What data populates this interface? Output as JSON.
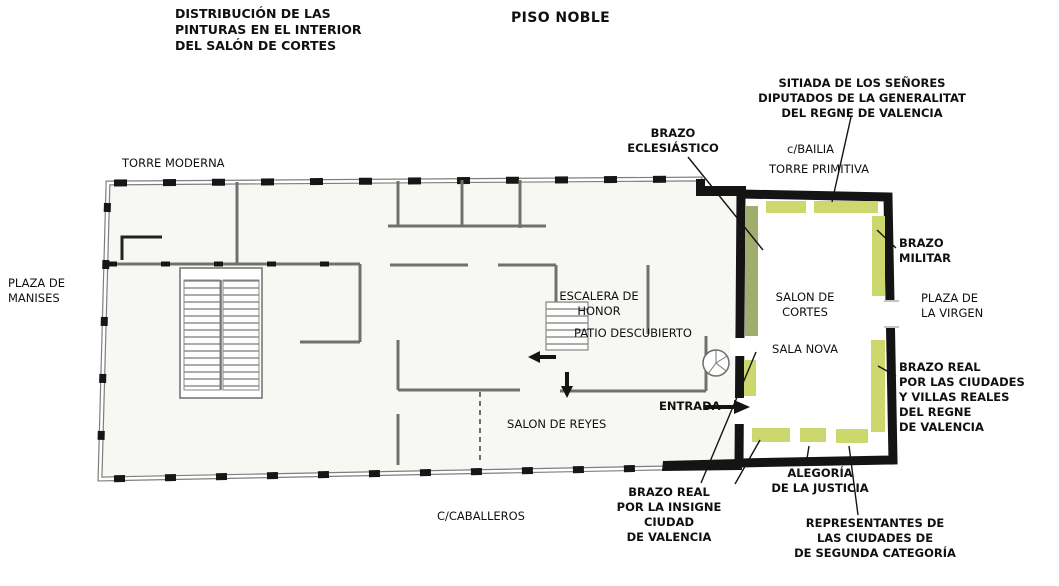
{
  "title": "PISO NOBLE",
  "legend_title": "DISTRIBUCIÓN DE LAS\nPINTURAS EN EL INTERIOR\nDEL SALÓN DE CORTES",
  "colors": {
    "wall_black": "#141414",
    "wall_gray": "#7e7e7e",
    "paint_yellow_green": "#ccd86e",
    "paint_olive_green": "#9fae6d",
    "floor_fill": "#f7f7f3"
  },
  "labels": {
    "torre_moderna": "TORRE MODERNA",
    "plaza_manises": "PLAZA DE\nMANISES",
    "sitiada": "SITIADA DE LOS SEÑORES\nDIPUTADOS DE LA GENERALITAT\nDEL REGNE DE VALENCIA",
    "brazo_eclesiastico": "BRAZO\nECLESIÁSTICO",
    "c_bailia": "c/BAILIA",
    "torre_primitiva": "TORRE PRIMITIVA",
    "brazo_militar": "BRAZO\nMILITAR",
    "plaza_virgen": "PLAZA DE\nLA VIRGEN",
    "salon_cortes": "SALON DE\nCORTES",
    "sala_nova": "SALA NOVA",
    "escalera_honor": "ESCALERA DE\nHONOR",
    "patio_descubierto": "PATIO DESCUBIERTO",
    "entrada": "ENTRADA",
    "brazo_real_ciudades": "BRAZO REAL\nPOR LAS CIUDADES\nY VILLAS REALES\nDEL REGNE\nDE VALENCIA",
    "salon_reyes": "SALON DE REYES",
    "c_caballeros": "C/CABALLEROS",
    "brazo_real_insigne": "BRAZO REAL\nPOR LA INSIGNE CIUDAD\nDE VALENCIA",
    "alegoria_justicia": "ALEGORÍA\nDE LA JUSTICIA",
    "representantes": "REPRESENTANTES DE\nLAS CIUDADES DE\nDE SEGUNDA CATEGORÍA"
  }
}
